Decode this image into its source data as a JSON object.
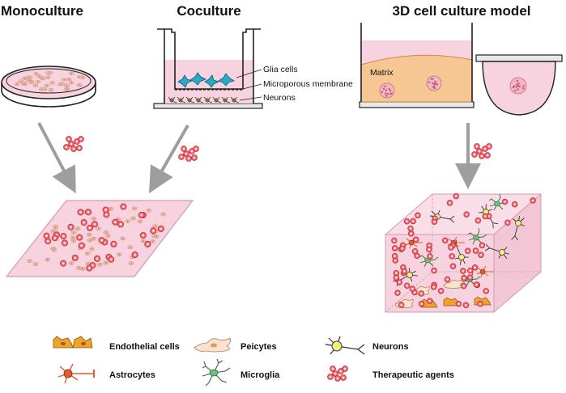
{
  "titles": {
    "monoculture": "Monoculture",
    "coculture": "Coculture",
    "model3d": "3D cell culture model"
  },
  "coculture_labels": {
    "glia": "Glia cells",
    "membrane": "Microporous membrane",
    "neurons": "Neurons"
  },
  "matrix_label": "Matrix",
  "legend": {
    "endothelial": "Endothelial cells",
    "pericytes": "Peicytes",
    "neurons": "Neurons",
    "astrocytes": "Astrocytes",
    "microglia": "Microglia",
    "agents": "Therapeutic agents"
  },
  "colors": {
    "pink": "#f6d3df",
    "pink_border": "#d39bb0",
    "agent_fill": "#f26b75",
    "agent_stroke": "#c8323c",
    "endothelial": "#f0a22a",
    "pericyte": "#f9e3cf",
    "astrocyte": "#e25c2c",
    "microglia": "#6dbf7a",
    "glia": "#2aa8c8",
    "matrix": "#f6c693",
    "arrow": "#9e9e9e"
  }
}
